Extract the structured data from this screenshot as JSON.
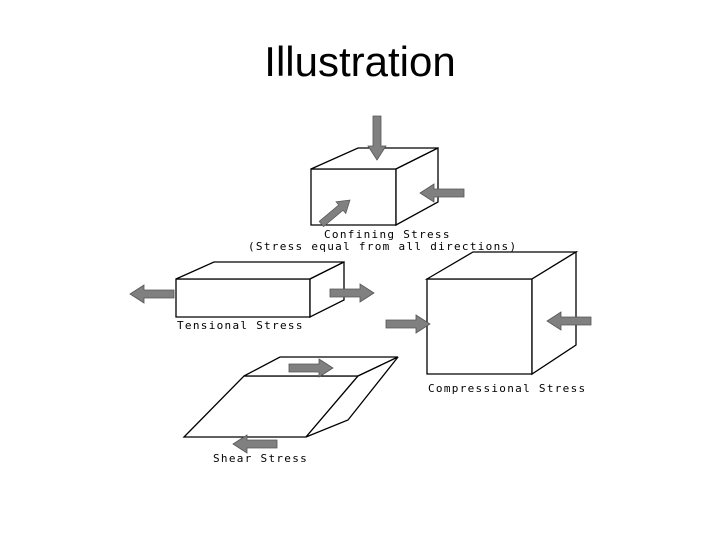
{
  "slide": {
    "title": "Illustration"
  },
  "diagram": {
    "confining": {
      "label_line1": "Confining Stress",
      "label_line2": "(Stress equal from all directions)"
    },
    "tensional": {
      "label": "Tensional Stress"
    },
    "compressional": {
      "label": "Compressional Stress"
    },
    "shear": {
      "label": "Shear Stress"
    },
    "colors": {
      "arrow_fill": "#808080",
      "line": "#000000",
      "background": "#ffffff"
    },
    "icons": [
      "arrow-icon"
    ]
  }
}
